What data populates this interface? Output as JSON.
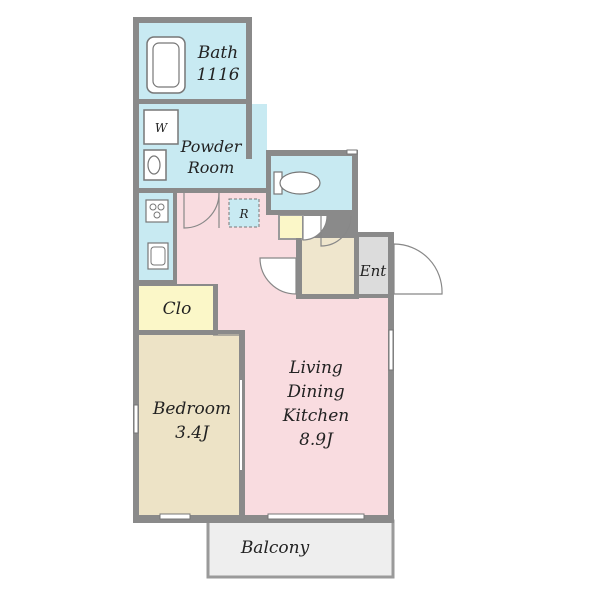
{
  "rooms": {
    "bath": {
      "line1": "Bath",
      "line2": "1116"
    },
    "powder": {
      "line1": "Powder",
      "line2": "Room"
    },
    "washer": {
      "label": "W"
    },
    "fridge": {
      "label": "R"
    },
    "entrance": {
      "label": "Ent"
    },
    "closet": {
      "label": "Clo"
    },
    "bedroom": {
      "line1": "Bedroom",
      "line2": "3.4J"
    },
    "ldk": {
      "line1": "Living",
      "line2": "Dining",
      "line3": "Kitchen",
      "line4": "8.9J"
    },
    "balcony": {
      "label": "Balcony"
    }
  },
  "colors": {
    "wall": "#8a8a8a",
    "bath_fill": "#c8eaf2",
    "ldk_fill": "#f9dce0",
    "bedroom_fill": "#ede3c6",
    "closet_fill": "#fbf7c8",
    "genkan_fill": "#efe6cd",
    "entrance_fill": "#dcdcdc",
    "balcony_fill": "#eeeeee"
  }
}
